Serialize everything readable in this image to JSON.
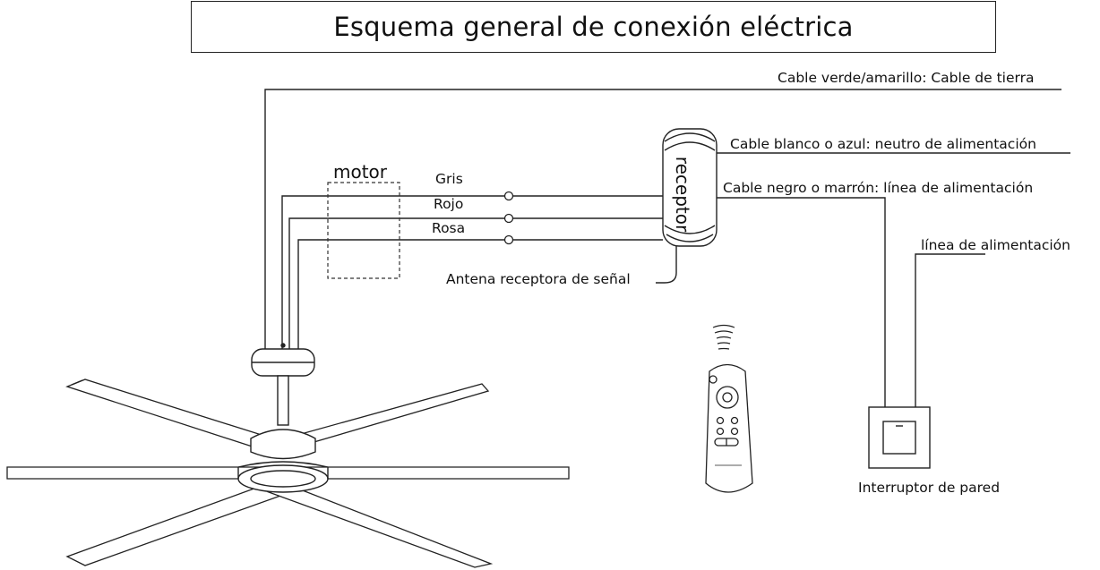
{
  "title": "Esquema general de conexión eléctrica",
  "labels": {
    "ground_cable": "Cable verde/amarillo: Cable de tierra",
    "neutral_cable": "Cable blanco o azul: neutro de alimentación",
    "line_cable": "Cable negro o marrón: línea de alimentación",
    "supply_line": "línea de alimentación",
    "motor": "motor",
    "receptor": "receptor",
    "wire_gray": "Gris",
    "wire_red": "Rojo",
    "wire_pink": "Rosa",
    "antenna": "Antena receptora de señal",
    "wall_switch": "Interruptor de pared"
  },
  "colors": {
    "line": "#222222",
    "background": "#ffffff"
  }
}
